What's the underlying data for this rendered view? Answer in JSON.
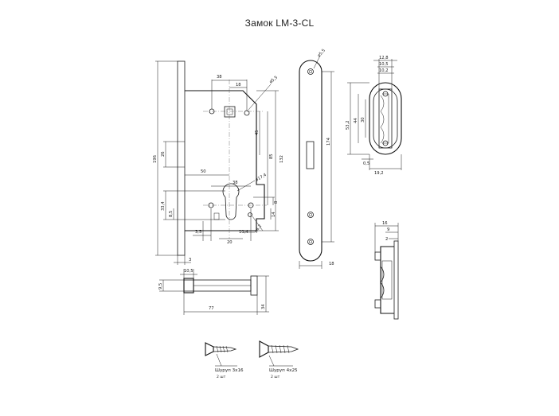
{
  "title": "Замок LM-3-CL",
  "main_view": {
    "dim_38": "38",
    "dim_18": "18",
    "dim_hole": "ø5,5",
    "dim_45": "45",
    "dim_85": "85",
    "dim_132": "132",
    "dim_196": "196",
    "dim_26": "26",
    "dim_50": "50",
    "dim_38b": "38",
    "dim_cyl": "ø17,4",
    "dim_8": "8",
    "dim_33_4": "33,4",
    "dim_8_5": "8,5",
    "dim_14": "14",
    "dim_3_5": "3,5",
    "dim_20": "20",
    "dim_10_4": "10,4",
    "dim_screw": "ø4,2",
    "dim_3": "3"
  },
  "faceplate": {
    "dim_hole": "ø5,5",
    "dim_174": "174",
    "dim_18": "18"
  },
  "strike": {
    "dim_12_8": "12,8",
    "dim_10_5": "10,5",
    "dim_10_2": "10,2",
    "dim_53_2": "53,2",
    "dim_44": "44",
    "dim_30": "30",
    "dim_0_5": "0,5",
    "dim_19_2": "19,2"
  },
  "latch": {
    "dim_10_5": "10,5",
    "dim_9_5": "9,5",
    "dim_77": "77",
    "dim_34": "34"
  },
  "strike_side": {
    "dim_16": "16",
    "dim_9": "9",
    "dim_2": "2"
  },
  "screws": [
    {
      "label": "Шуруп 3x16",
      "qty": "2 шт"
    },
    {
      "label": "Шуруп 4x25",
      "qty": "2 шт"
    }
  ]
}
